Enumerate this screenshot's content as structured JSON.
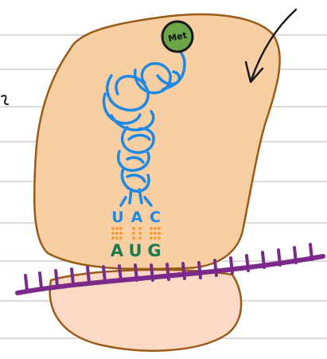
{
  "colors": {
    "ruled_line": "#c8c8c8",
    "large_subunit_fill": "#f8cfa3",
    "small_subunit_fill": "#fbd9c4",
    "subunit_outline": "#9a5a18",
    "trna": "#1e88e5",
    "anticodon": "#1e88e5",
    "codon": "#1b7a4f",
    "base_pairing_dots": "#f5931f",
    "mrna": "#7b2a8c",
    "amino_acid_fill": "#6ba547",
    "amino_acid_outline": "#1a1a1a",
    "arrow": "#1a1a1a"
  },
  "amino_acid": {
    "label": "Met"
  },
  "anticodon": {
    "letters": [
      "U",
      "A",
      "C"
    ]
  },
  "codon": {
    "letters": [
      "A",
      "U",
      "G"
    ]
  },
  "icons": {
    "trna": "trna-cloverleaf-icon",
    "arrow": "curved-arrow-icon"
  }
}
